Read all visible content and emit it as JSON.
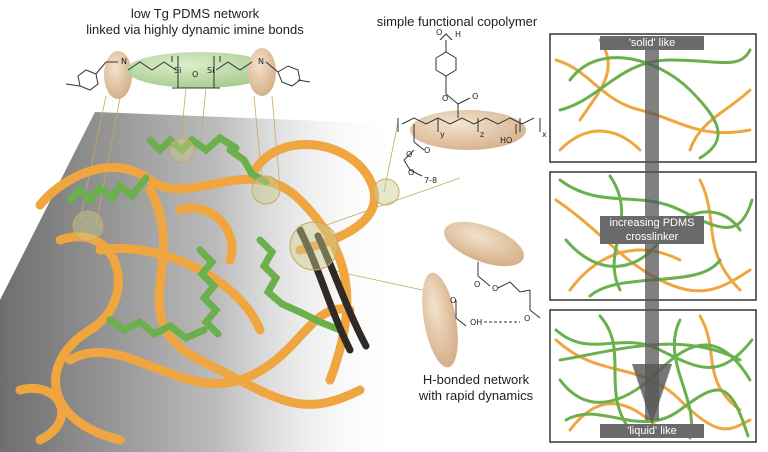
{
  "labels": {
    "network_title_line1": "low Tg PDMS network",
    "network_title_line2": "linked via highly dynamic imine bonds",
    "copolymer_title": "simple functional copolymer",
    "hbond_line1": "H-bonded network",
    "hbond_line2": "with rapid dynamics"
  },
  "chemistry": {
    "imine_n_left": "N",
    "imine_n_right": "N",
    "si_left": "Si",
    "si_right": "Si",
    "siloxane_o": "O",
    "aldehyde_o": "O",
    "aldehyde_h": "H",
    "ester_o1": "O",
    "ester_o2": "O",
    "sub_y": "y",
    "sub_z": "z",
    "sub_x": "x",
    "ho_group": "HO",
    "peg_o1": "O",
    "peg_o2": "O",
    "peg_o3": "O",
    "repeat": "7-8",
    "hb_o1": "O",
    "hb_o2": "O",
    "hb_o3": "O",
    "hb_oh": "OH",
    "hb_ome": "O"
  },
  "panels": {
    "top_banner": "'solid' like",
    "middle_banner_line1": "increasing PDMS",
    "middle_banner_line2": "crosslinker",
    "bottom_banner": "'liquid' like"
  },
  "colors": {
    "orange_strand": "#f0a640",
    "green_strand": "#6ab04c",
    "imine_blob": "#e8c49a",
    "pdms_blob": "#a8d08d",
    "banner_gray": "#6a6a6a",
    "arrow_gray": "#555555"
  }
}
